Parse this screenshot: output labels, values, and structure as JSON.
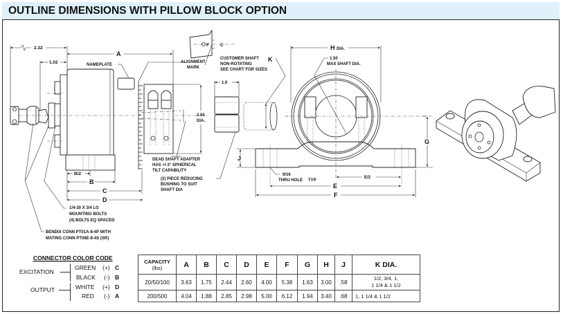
{
  "header": {
    "title": "OUTLINE DIMENSIONS WITH PILLOW BLOCK OPTION"
  },
  "drawing": {
    "dims": {
      "d232": "2.32",
      "d102": "1.02",
      "A": "A",
      "B2": "B/2",
      "B": "B",
      "C": "C",
      "D": "D",
      "d250": "2.50",
      "dia": "DIA.",
      "d10": "1.0",
      "H": "H",
      "Hdia": "DIA.",
      "K": "K",
      "G": "G",
      "J": "J",
      "E2": "E/2",
      "E": "E",
      "F": "F",
      "F_sym": "F",
      "C_sym": "C"
    },
    "notes": {
      "nameplate": "NAMEPLATE",
      "alignment": [
        "ALIGNMENT",
        "MARK"
      ],
      "customer_shaft": [
        "CUSTOMER SHAFT",
        "NON-ROTATING",
        "SEE CHART FOR SIZES"
      ],
      "max_shaft": [
        "1.50",
        "MAX SHAFT DIA."
      ],
      "dead_shaft": [
        "DEAD SHAFT ADAPTER",
        "HAS +/-3°  SPHERICAL",
        "TILT CAPABILITY"
      ],
      "bushing": [
        "(2) PIECE REDUCING",
        "BUSHING TO SUIT",
        "SHAFT DIA"
      ],
      "thru_hole": [
        "9/16",
        "THRU HOLE",
        "TYP"
      ],
      "mounting_bolts": [
        "1/4-20 X 3/4 LG",
        "MOUNTING BOLTS",
        "(4) BOLTS EQ SPACED"
      ],
      "bendix": [
        "BENDIX CONN PT01A-8-4P WITH",
        "MATING CONN PT06E-8-4S (SR)"
      ]
    }
  },
  "color_code": {
    "title": "CONNECTOR COLOR CODE",
    "groups": [
      {
        "name": "EXCITATION",
        "rows": [
          {
            "color": "GREEN",
            "sign": "(+)",
            "pin": "C"
          },
          {
            "color": "BLACK",
            "sign": "(-)",
            "pin": "B"
          }
        ]
      },
      {
        "name": "OUTPUT",
        "rows": [
          {
            "color": "WHITE",
            "sign": "(+)",
            "pin": "D"
          },
          {
            "color": "RED",
            "sign": "(-)",
            "pin": "A"
          }
        ]
      }
    ]
  },
  "dims_table": {
    "capacity_header": [
      "CAPACITY",
      "(lbs)"
    ],
    "columns": [
      "A",
      "B",
      "C",
      "D",
      "E",
      "F",
      "G",
      "H",
      "J",
      "K DIA."
    ],
    "rows": [
      {
        "capacity": "20/50/100",
        "values": [
          "3.63",
          "1.75",
          "2.44",
          "2.60",
          "4.00",
          "5.38",
          "1.63",
          "3.00",
          ".58"
        ],
        "k": [
          "1/2, 3/4, 1,",
          "1 1/4 & 1 1/2"
        ]
      },
      {
        "capacity": "200/500",
        "values": [
          "4.04",
          "1.88",
          "2.85",
          "2.98",
          "5.00",
          "6.12",
          "1.94",
          "3.40",
          ".68"
        ],
        "k": [
          "1, 1 1/4 & 1 1/2"
        ]
      }
    ]
  }
}
